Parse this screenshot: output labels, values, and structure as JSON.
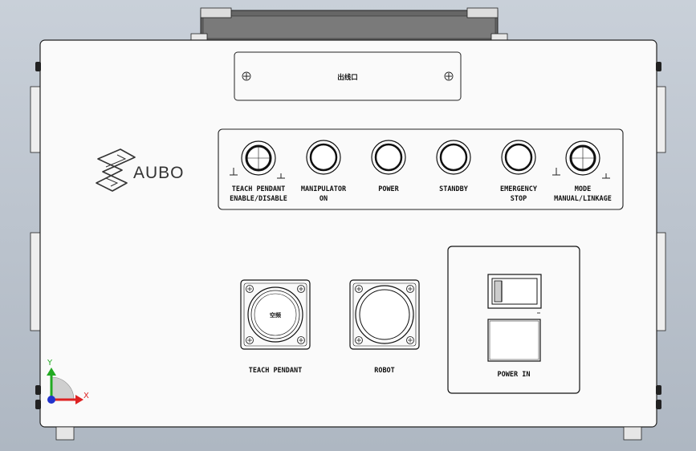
{
  "brand": {
    "name": "AUBO"
  },
  "outlet": {
    "label": "出线口"
  },
  "panel_buttons": [
    {
      "line1": "TEACH PENDANT",
      "line2": "ENABLE/DISABLE"
    },
    {
      "line1": "MANIPULATOR",
      "line2": "ON"
    },
    {
      "line1": "POWER",
      "line2": ""
    },
    {
      "line1": "STANDBY",
      "line2": ""
    },
    {
      "line1": "EMERGENCY",
      "line2": "STOP"
    },
    {
      "line1": "MODE",
      "line2": "MANUAL/LINKAGE"
    }
  ],
  "connectors": {
    "teach_pendant": {
      "label": "TEACH PENDANT",
      "inner_label": "空频"
    },
    "robot": {
      "label": "ROBOT"
    }
  },
  "power": {
    "label": "POWER IN"
  },
  "axes": {
    "x": "X",
    "y": "Y"
  },
  "colors": {
    "y_axis": "#22aa22",
    "x_axis": "#dd2222",
    "origin": "#2233cc"
  }
}
